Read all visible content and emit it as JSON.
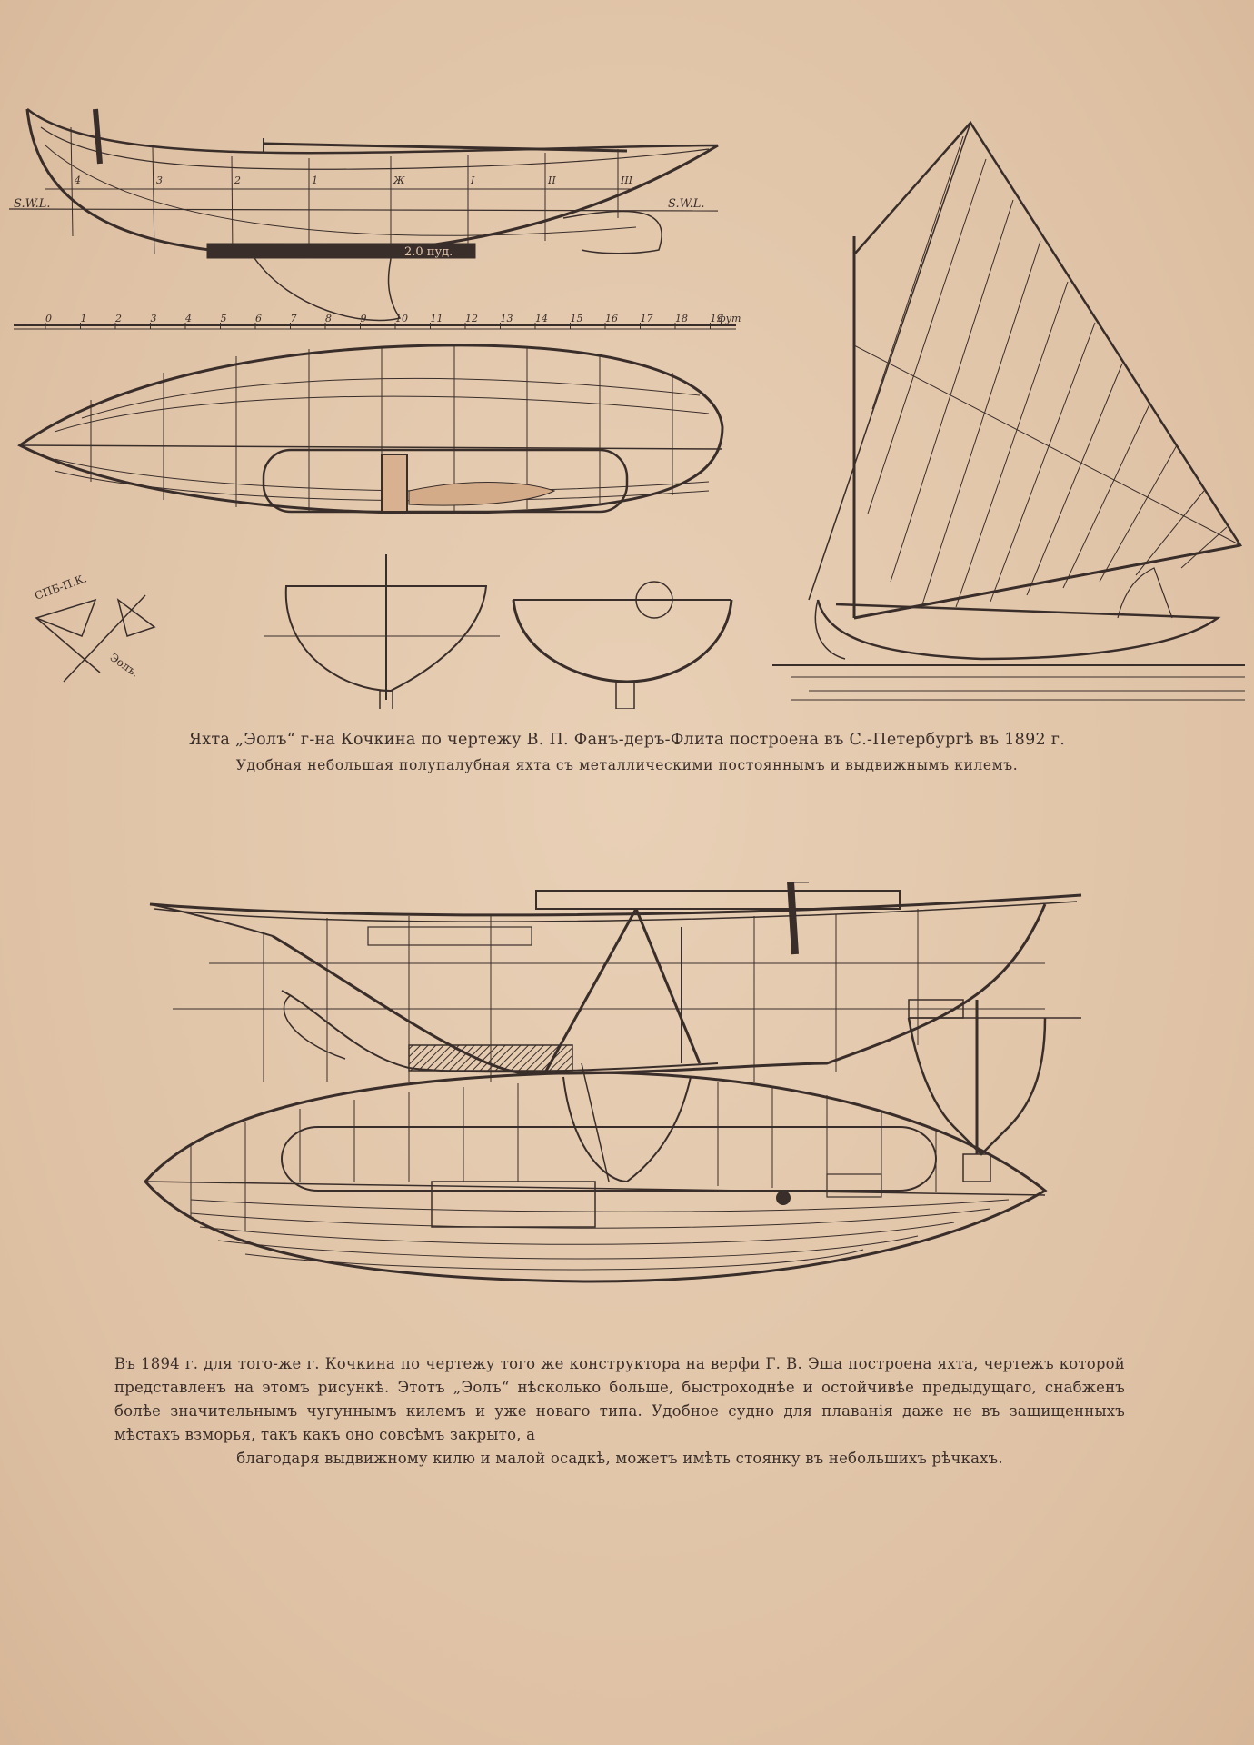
{
  "figure1": {
    "profile_label_left": "S.W.L.",
    "profile_label_right": "S.W.L.",
    "keel_label": "2.0 пуд.",
    "station_labels": [
      "4",
      "3",
      "2",
      "1",
      "Ж",
      "I",
      "II",
      "III"
    ],
    "scale_ticks": [
      "0",
      "1",
      "2",
      "3",
      "4",
      "5",
      "6",
      "7",
      "8",
      "9",
      "10",
      "11",
      "12",
      "13",
      "14",
      "15",
      "16",
      "17",
      "18",
      "19"
    ],
    "scale_unit": "фут",
    "flag_text_1": "СПБ-П.К.",
    "flag_text_2": "Эолъ."
  },
  "caption1": {
    "line1": "Яхта „Эолъ“ г-на Кочкина по чертежу В. П. Фанъ-деръ-Флита построена въ С.-Петербургѣ въ 1892 г.",
    "line2": "Удобная небольшая полупалубная яхта съ металлическими постояннымъ и выдвижнымъ килемъ."
  },
  "paragraph": {
    "text_main": "Въ 1894 г. для того-же г. Кочкина по чертежу того же конструктора на верфи Г. В. Эша построена яхта, чертежъ которой представленъ на этомъ рисункѣ. Этотъ „Эолъ“ нѣсколько больше, быстроходнѣе и остойчивѣе предыдущаго, снабженъ болѣе значительнымъ чугуннымъ килемъ и уже новаго типа. Удобное судно для плаванія даже не въ защищенныхъ мѣстахъ взморья, такъ какъ оно совсѣмъ закрыто, а",
    "text_last": "благодаря выдвижному килю и малой осадкѣ, можетъ имѣть стоянку въ небольшихъ рѣчкахъ."
  }
}
